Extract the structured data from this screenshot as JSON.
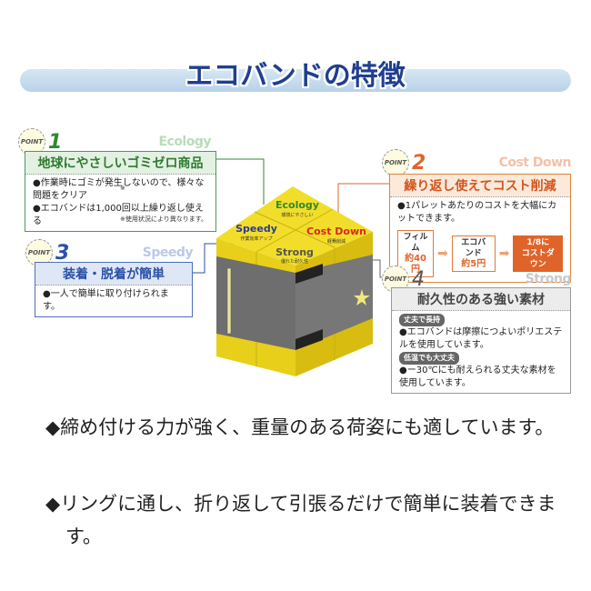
{
  "title": "エコバンドの特徴",
  "points": [
    {
      "badge": "POINT",
      "num": "1",
      "eng": "Ecology",
      "heading": "地球にやさしいゴミゼロ商品",
      "lines": [
        "●作業時にゴミが発生しないので、様々な問題をクリア",
        "●エコバンドは1,000回以上繰り返し使える"
      ],
      "mark": "※",
      "note": "※使用状況により異なります。"
    },
    {
      "badge": "POINT",
      "num": "2",
      "eng": "Cost Down",
      "heading": "繰り返し使えてコスト削減",
      "lines": [
        "●1パレットあたりのコストを大幅にカットできます。"
      ],
      "flow": [
        {
          "name": "フィルム",
          "price": "約40円"
        },
        {
          "name": "エコバンド",
          "price": "約5円"
        },
        {
          "name": "1/8に",
          "price": "コストダウン"
        }
      ]
    },
    {
      "badge": "POINT",
      "num": "3",
      "eng": "Speedy",
      "heading": "装着・脱着が簡単",
      "lines": [
        "●一人で簡単に取り付けられます。"
      ]
    },
    {
      "badge": "POINT",
      "num": "4",
      "eng": "Strong",
      "heading": "耐久性のある強い素材",
      "chips": [
        "丈夫で長持",
        "低温でも大丈夫"
      ],
      "lines": [
        "●エコバンドは摩擦につよいポリエステルを使用しています。",
        "●ー30℃にも耐えられる丈夫な素材を使用しています。"
      ]
    }
  ],
  "cube": {
    "ecology": "Ecology",
    "ecology_sub": "環境にやさしい",
    "speedy": "Speedy",
    "speedy_sub": "作業効率アップ",
    "cost": "Cost Down",
    "cost_sub": "経費削減",
    "strong": "Strong",
    "strong_sub": "優れた耐久性"
  },
  "bottom": [
    "◆締め付ける力が強く、重量のある荷姿にも適しています。",
    "◆リングに通し、折り返して引張るだけで簡単に装着できます。"
  ],
  "colors": {
    "green": "#2f8a2f",
    "orange": "#e0642a",
    "blue": "#2a50a8",
    "gray": "#666666"
  }
}
